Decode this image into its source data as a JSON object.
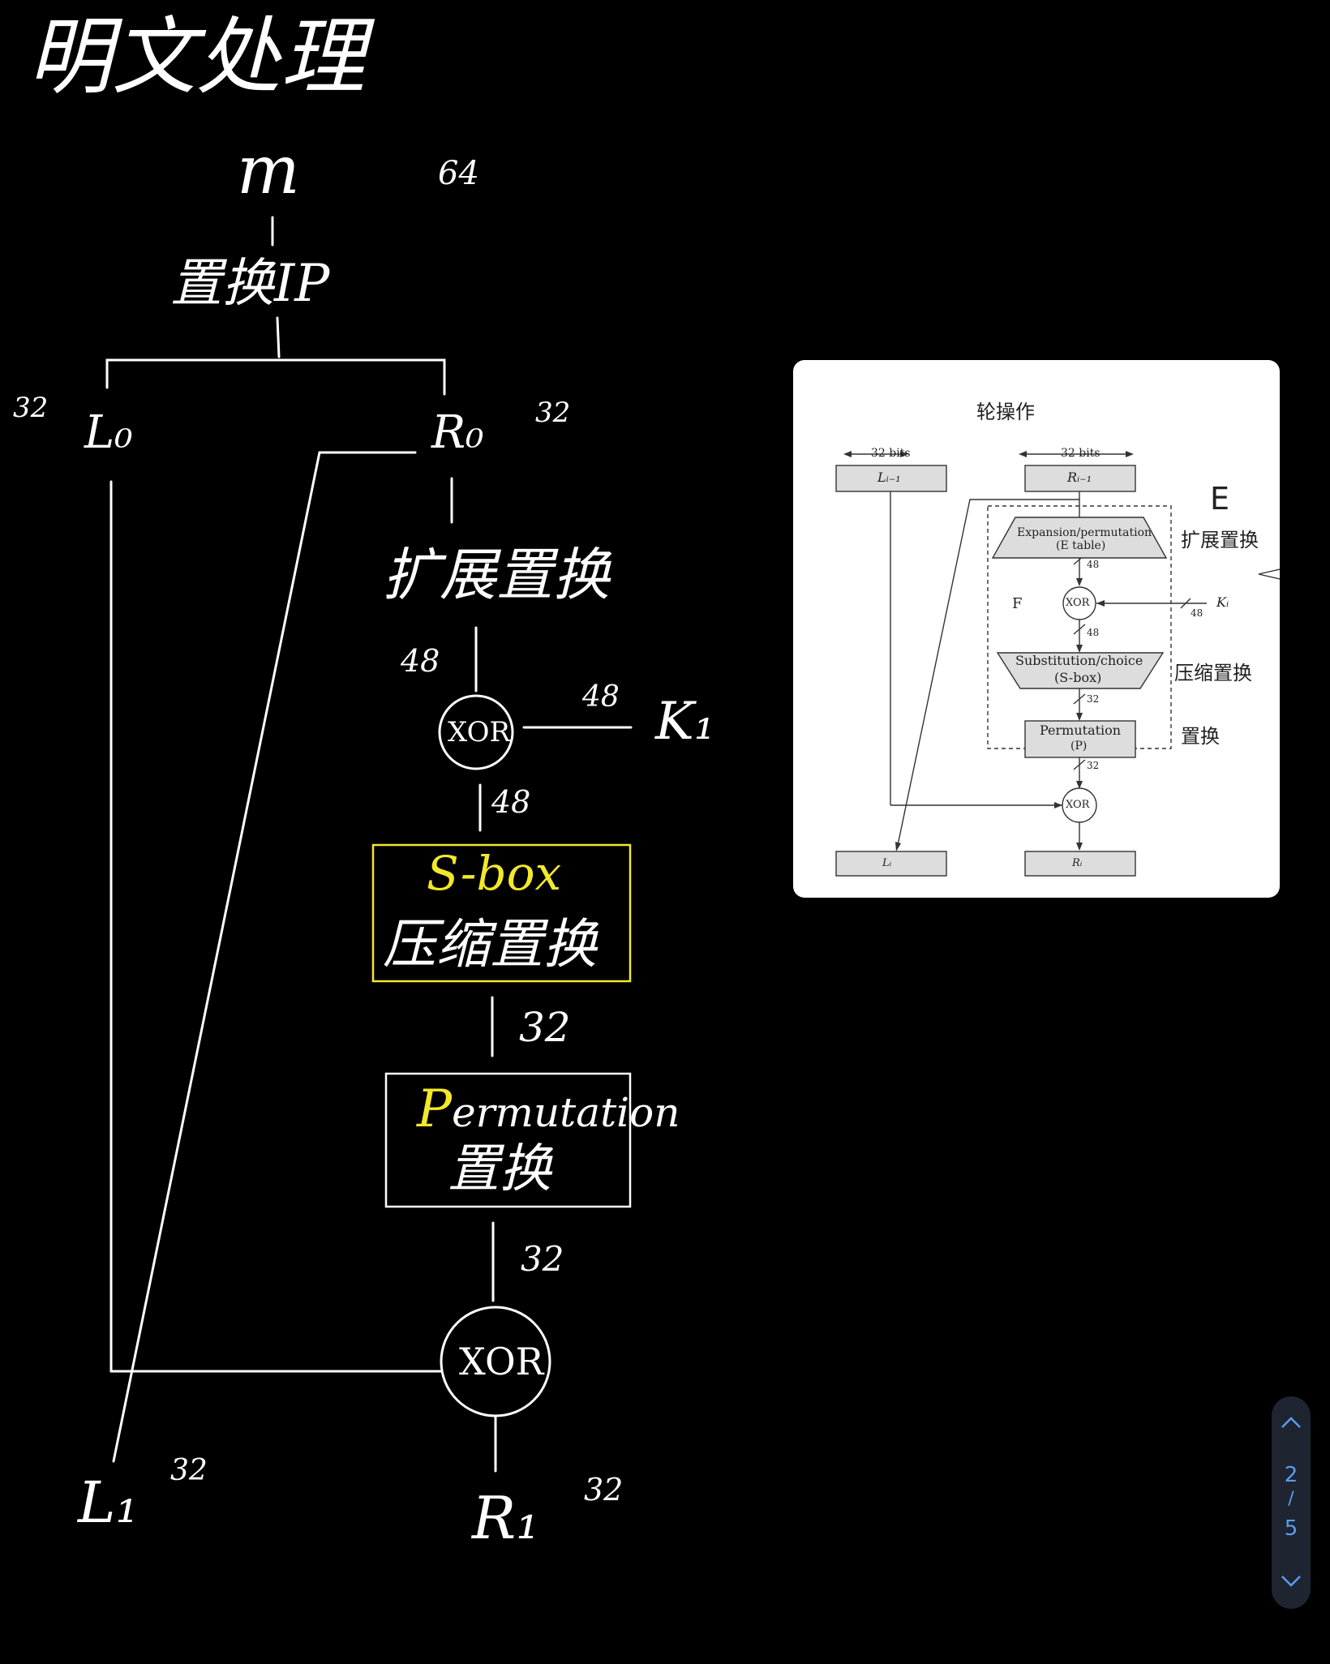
{
  "title": "明文处理",
  "flow": {
    "message": "m",
    "message_bits": "64",
    "initial_permutation": "置换IP",
    "left": {
      "label": "L₀",
      "bits": "32"
    },
    "right": {
      "label": "R₀",
      "bits": "32"
    },
    "expansion": "扩展置换",
    "expansion_bits": "48",
    "xor1": "XOR",
    "xor1_key_bits": "48",
    "key": "K₁",
    "xor1_out_bits": "48",
    "sbox": {
      "title": "S-box",
      "subtitle": "压缩置换"
    },
    "sbox_out_bits": "32",
    "permutation": {
      "title": "Permutation",
      "subtitle": "置换"
    },
    "perm_out_bits": "32",
    "xor2": "XOR",
    "out_left": {
      "label": "L₁",
      "bits": "32"
    },
    "out_right": {
      "label": "R₁",
      "bits": "32"
    }
  },
  "reference": {
    "heading": "轮操作",
    "left_bits": "32 bits",
    "right_bits": "32 bits",
    "left_in": "Lᵢ₋₁",
    "right_in": "Rᵢ₋₁",
    "expansion_line1": "Expansion/permutation",
    "expansion_line2": "(E table)",
    "w48a": "48",
    "xor": "XOR",
    "f_label": "F",
    "key": "Kᵢ",
    "key_bits": "48",
    "w48b": "48",
    "sub_line1": "Substitution/choice",
    "sub_line2": "(S-box)",
    "w32a": "32",
    "perm_line1": "Permutation",
    "perm_line2": "(P)",
    "w32b": "32",
    "xor_final": "XOR",
    "left_out": "Lᵢ",
    "right_out": "Rᵢ",
    "note_e": "E",
    "note_expansion": "扩展置换",
    "note_compress": "压缩置换",
    "note_perm": "置换"
  },
  "pager": {
    "current": "2",
    "separator": "/",
    "total": "5"
  }
}
